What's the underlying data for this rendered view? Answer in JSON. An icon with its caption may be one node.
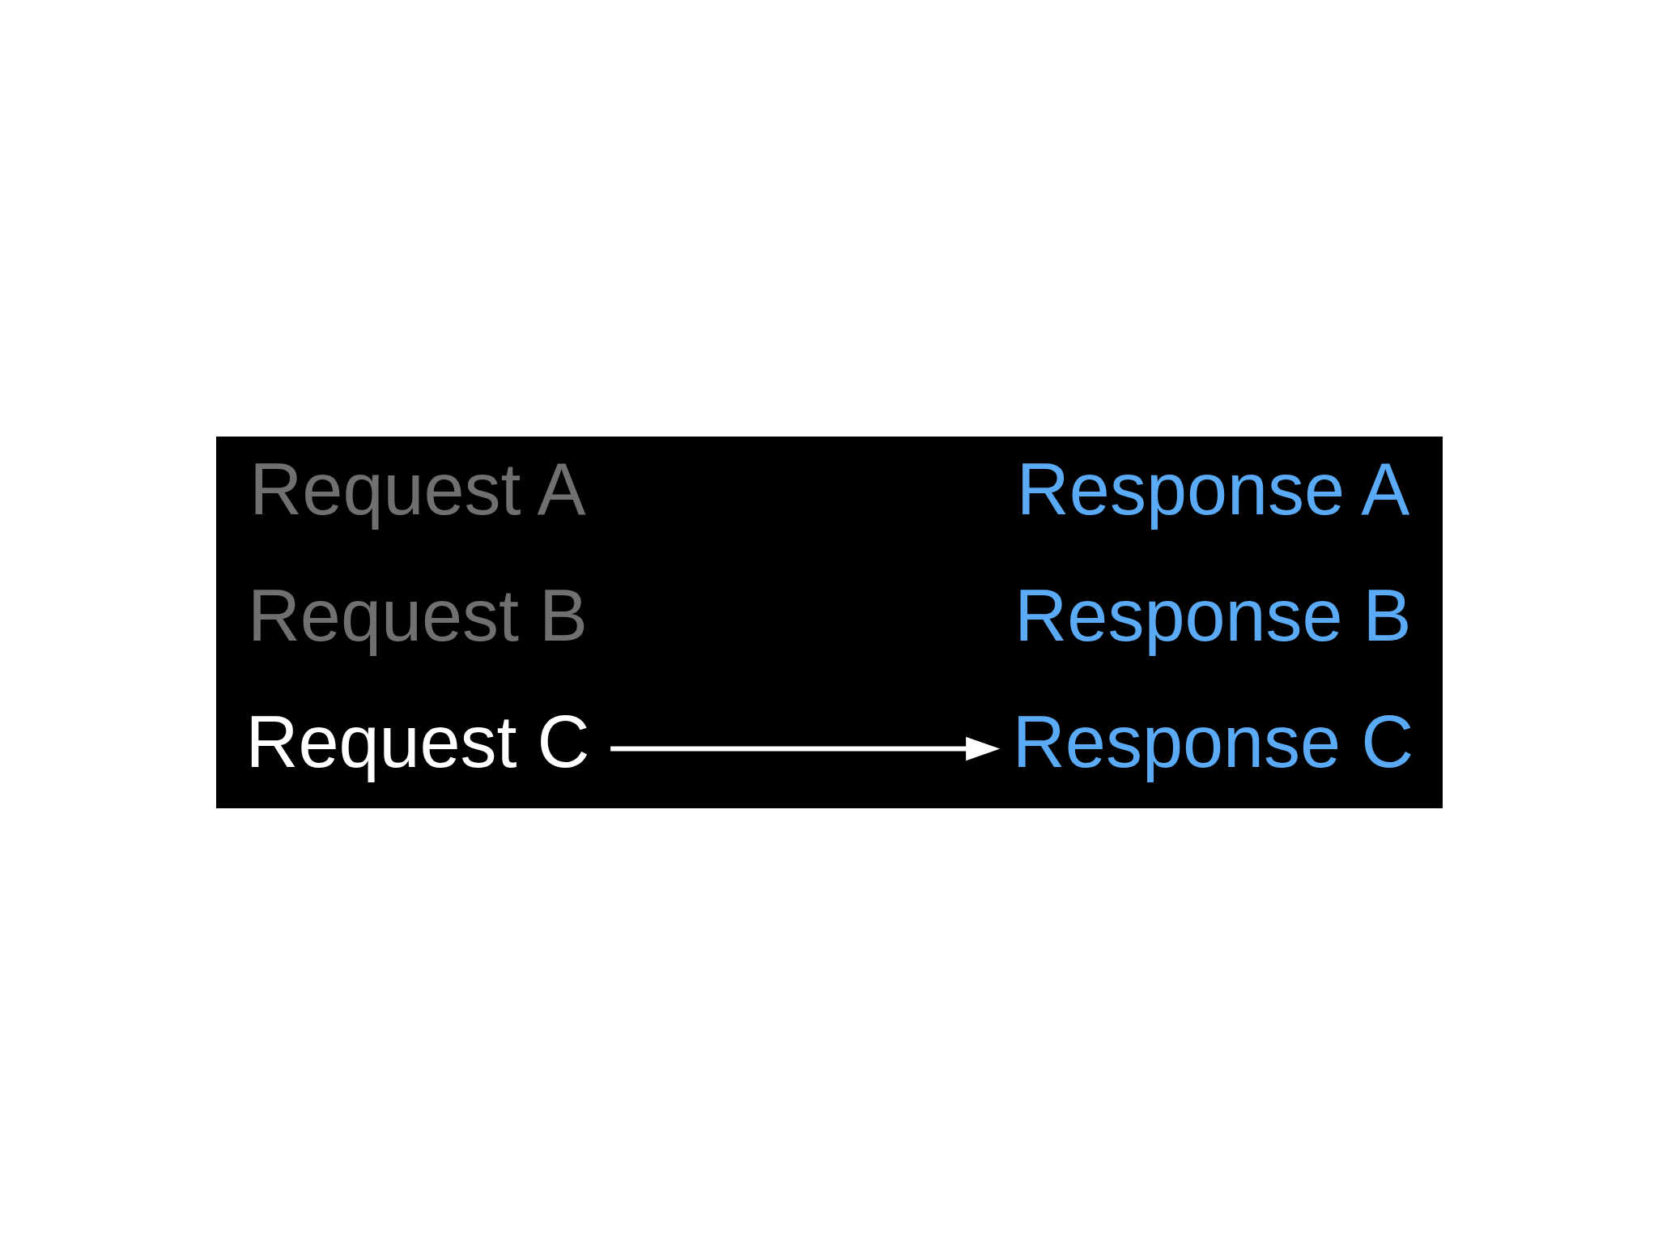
{
  "diagram": {
    "nodes": [
      {
        "text": [
          "Request A"
        ]
      },
      {
        "text": [
          "Request B"
        ]
      },
      {
        "text": [
          "Request C"
        ]
      },
      {
        "text": [
          "Response A"
        ]
      },
      {
        "text": [
          "Response B"
        ]
      },
      {
        "text": [
          "Response C"
        ]
      }
    ],
    "edges": [
      {
        "from": 2,
        "to": 5,
        "arrow": "to"
      }
    ]
  }
}
